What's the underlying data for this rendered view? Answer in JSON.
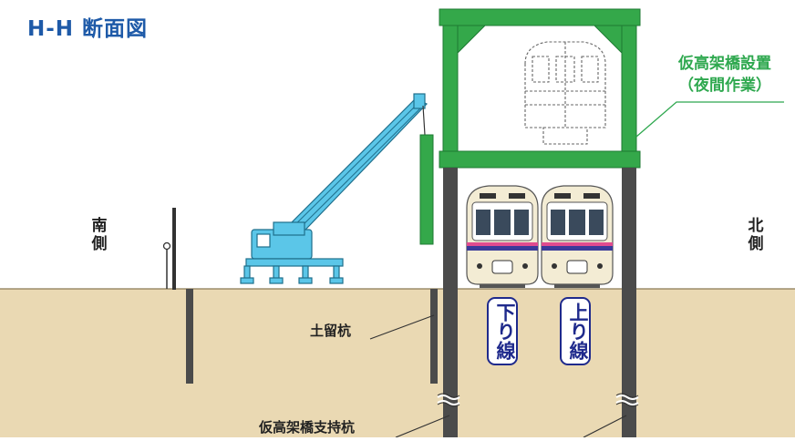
{
  "title": "H-H 断面図",
  "south_label": "南側",
  "north_label": "北側",
  "temp_bridge_label": {
    "line1": "仮高架橋設置",
    "line2": "（夜間作業）"
  },
  "retaining_pile_label": "土留杭",
  "support_pile_label": "仮高架橋支持杭",
  "track_down_label": "下り線",
  "track_up_label": "上り線",
  "colors": {
    "title": "#1e5aa8",
    "frame_green": "#34a84a",
    "label_green": "#2fa84f",
    "crane_cyan": "#5bc6e8",
    "soil": "#ead9b3",
    "pile": "#4b4b4b",
    "track_box": "#1f2a8c"
  }
}
